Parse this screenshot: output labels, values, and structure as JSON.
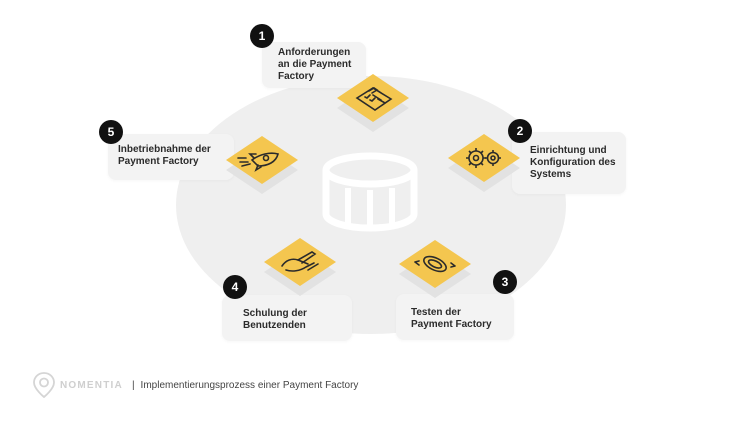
{
  "steps": [
    {
      "number": "1",
      "label": "Anforderungen\nan die Payment\nFactory",
      "icon": "clipboard-checklist-icon"
    },
    {
      "number": "2",
      "label": "Einrichtung und\nKonfiguration des\nSystems",
      "icon": "gears-icon"
    },
    {
      "number": "3",
      "label": "Testen der\nPayment Factory",
      "icon": "testing-icon"
    },
    {
      "number": "4",
      "label": "Schulung der\nBenutzenden",
      "icon": "hand-pen-icon"
    },
    {
      "number": "5",
      "label": "Inbetriebnahme der\nPayment Factory",
      "icon": "rocket-icon"
    }
  ],
  "center": {
    "icon": "database-icon"
  },
  "footer": {
    "brand": "NOMENTIA",
    "separator": "|",
    "caption": "Implementierungsprozess einer Payment Factory",
    "icon": "location-pin-icon"
  },
  "colors": {
    "tile": "#f4c64f",
    "badge": "#111111",
    "card": "#f3f3f3",
    "ellipse": "#efefef"
  }
}
